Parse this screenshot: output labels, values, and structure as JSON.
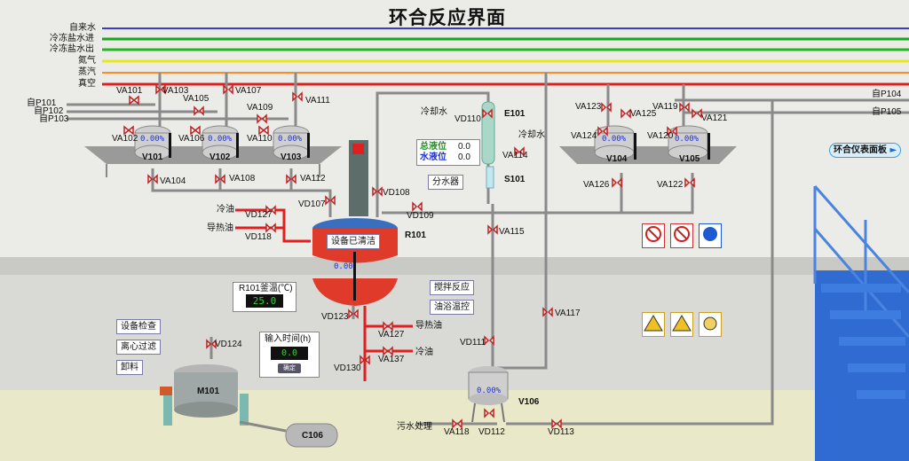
{
  "title": "环合反应界面",
  "pipe_labels": [
    "自来水",
    "冷冻盐水进",
    "冷冻盐水出",
    "氮气",
    "蒸汽",
    "真空"
  ],
  "feed_labels": {
    "p101": "自P101",
    "p102": "自P102",
    "p103": "自P103",
    "p104": "自P104",
    "p105": "自P105"
  },
  "tanks": {
    "v101": {
      "name": "V101",
      "level": "0.00%"
    },
    "v102": {
      "name": "V102",
      "level": "0.00%"
    },
    "v103": {
      "name": "V103",
      "level": "0.00%"
    },
    "v104": {
      "name": "V104",
      "level": "0.00%"
    },
    "v105": {
      "name": "V105",
      "level": "0.00%"
    },
    "v106": {
      "name": "V106",
      "level": "0.00%"
    },
    "r101": {
      "name": "R101",
      "level": "0.00",
      "status": "设备已清洁"
    },
    "e101": "E101",
    "s101": "S101",
    "m101": "M101",
    "c106": "C106"
  },
  "valves": [
    "VA101",
    "VA102",
    "VA103",
    "VA104",
    "VA105",
    "VA106",
    "VA107",
    "VA108",
    "VA109",
    "VA110",
    "VA111",
    "VA112",
    "VD107",
    "VD108",
    "VD109",
    "VD110",
    "VA114",
    "VA115",
    "VA119",
    "VA120",
    "VA121",
    "VA122",
    "VA123",
    "VA124",
    "VA125",
    "VA126",
    "VD127",
    "VD118",
    "VD123",
    "VA127",
    "VA137",
    "VD130",
    "VD124",
    "VA117",
    "VD111",
    "VA118",
    "VD112",
    "VD113"
  ],
  "fluids": {
    "cooling_water": "冷却水",
    "cooling_water2": "冷却水",
    "cold_oil": "冷油",
    "hot_oil": "导热油",
    "cold_oil2": "冷油",
    "hot_oil2": "导热油",
    "sewage": "污水处理"
  },
  "separator": {
    "total_label": "总液位",
    "total": "0.0",
    "water_label": "水液位",
    "water": "0.0",
    "button": "分水器"
  },
  "temperature": {
    "label": "R101釜温(℃)",
    "value": "25.0"
  },
  "time_input": {
    "label": "输入时间(h)",
    "value": "0.0",
    "button": "确定"
  },
  "buttons": {
    "stir": "搅拌反应",
    "oil_bath": "油浴温控",
    "check": "设备检查",
    "centrifuge": "离心过滤",
    "unload": "卸料",
    "instrument": "环合仪表面板"
  },
  "colors": {
    "tap_water": "#3a3ad8",
    "brine_in": "#1aa61a",
    "brine_out": "#1fb81f",
    "nitrogen": "#e8e818",
    "steam": "#ff8a2a",
    "vacuum": "#e02020",
    "reactor": "#e03a2a"
  }
}
